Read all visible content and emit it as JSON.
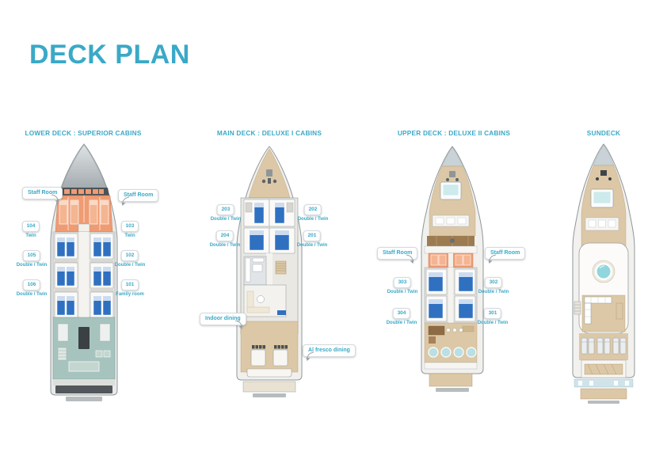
{
  "page": {
    "title": "DECK PLAN"
  },
  "colors": {
    "accent": "#3AA9C7",
    "staff_orange": "#EF9B73",
    "staff_orange_light": "#F4B592",
    "bed_blue": "#2F70C1",
    "engine_teal": "#A6C4BD",
    "wood": "#DCC8A6",
    "pool": "#90D6DC"
  },
  "decks": [
    {
      "name": "lower-deck",
      "title": "LOWER DECK : SUPERIOR CABINS",
      "annotations": [
        {
          "text": "Staff Room"
        },
        {
          "text": "Staff Room"
        }
      ],
      "cabins": [
        {
          "number": "104",
          "type": "Twin"
        },
        {
          "number": "103",
          "type": "Twin"
        },
        {
          "number": "105",
          "type": "Double / Twin"
        },
        {
          "number": "102",
          "type": "Double / Twin"
        },
        {
          "number": "106",
          "type": "Double / Twin"
        },
        {
          "number": "101",
          "type": "Family room"
        }
      ]
    },
    {
      "name": "main-deck",
      "title": "MAIN DECK : DELUXE I CABINS",
      "annotations": [
        {
          "text": "Indoor dining"
        },
        {
          "text": "Al fresco dining"
        }
      ],
      "cabins": [
        {
          "number": "203",
          "type": "Double / Twin"
        },
        {
          "number": "202",
          "type": "Double / Twin"
        },
        {
          "number": "204",
          "type": "Double / Twin"
        },
        {
          "number": "201",
          "type": "Double / Twin"
        }
      ]
    },
    {
      "name": "upper-deck",
      "title": "UPPER DECK : DELUXE II CABINS",
      "annotations": [
        {
          "text": "Staff Room"
        },
        {
          "text": "Staff Room"
        }
      ],
      "cabins": [
        {
          "number": "303",
          "type": "Double / Twin"
        },
        {
          "number": "302",
          "type": "Double / Twin"
        },
        {
          "number": "304",
          "type": "Double / Twin"
        },
        {
          "number": "301",
          "type": "Double / Twin"
        }
      ]
    },
    {
      "name": "sundeck",
      "title": "SUNDECK",
      "annotations": [],
      "cabins": []
    }
  ]
}
